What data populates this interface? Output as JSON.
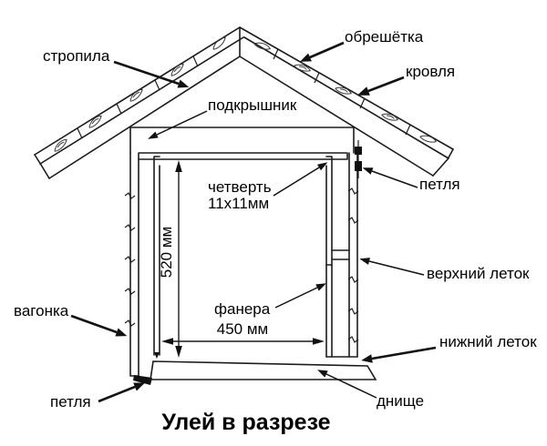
{
  "diagram": {
    "title": "Улей в разрезе",
    "labels": {
      "rafters": "стропила",
      "lathing": "обрешётка",
      "roofing": "кровля",
      "roof_cover": "подкрышник",
      "quarter_line1": "четверть",
      "quarter_line2": "11х11мм",
      "hinge_top": "петля",
      "upper_entrance": "верхний леток",
      "paneling": "вагонка",
      "plywood": "фанера",
      "lower_entrance": "нижний леток",
      "bottom_board": "днище",
      "hinge_bottom": "петля"
    },
    "dimensions": {
      "inner_height": "520 мм",
      "inner_width": "450 мм"
    },
    "colors": {
      "line": "#1c1c1c",
      "text": "#000000",
      "background": "#ffffff"
    }
  }
}
